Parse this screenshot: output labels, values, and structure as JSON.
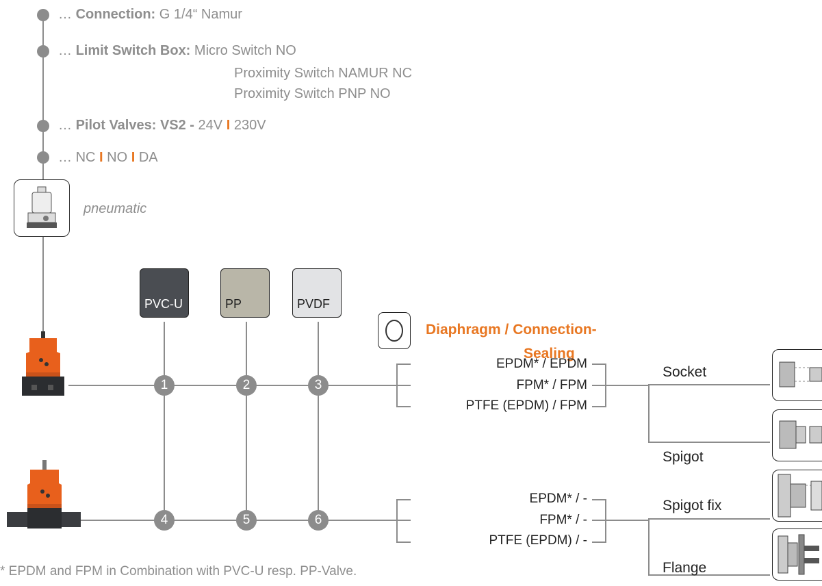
{
  "options": {
    "connection": {
      "label": "Connection:",
      "value": "G 1/4“  Namur"
    },
    "limit_switch": {
      "label": "Limit Switch Box:",
      "values": [
        "Micro Switch NO",
        "Proximity Switch NAMUR NC",
        "Proximity Switch PNP NO"
      ]
    },
    "pilot_valves": {
      "label": "Pilot Valves: VS2 -",
      "values": [
        "24V",
        "230V"
      ]
    },
    "modes": [
      "NC",
      "NO",
      "DA"
    ],
    "prefix": "…",
    "separator": "I"
  },
  "actuator": {
    "label": "pneumatic"
  },
  "materials": [
    {
      "label": "PVC-U",
      "color": "#4a4d52"
    },
    {
      "label": "PP",
      "color": "#b9b6a8"
    },
    {
      "label": "PVDF",
      "color": "#e2e3e5"
    }
  ],
  "numbers": [
    "1",
    "2",
    "3",
    "4",
    "5",
    "6"
  ],
  "sealing": {
    "title_line1": "Diaphragm / Connection-",
    "title_line2": "Sealing",
    "title_color": "#e87722",
    "group1": [
      "EPDM* / EPDM",
      "FPM* / FPM",
      "PTFE (EPDM) / FPM"
    ],
    "group2": [
      "EPDM* / -",
      "FPM* / -",
      "PTFE (EPDM) / -"
    ]
  },
  "connections": {
    "group1": [
      "Socket",
      "Spigot"
    ],
    "group2": [
      "Spigot fix",
      "Flange"
    ]
  },
  "footnote": "* EPDM and FPM in Combination with PVC-U resp. PP-Valve."
}
